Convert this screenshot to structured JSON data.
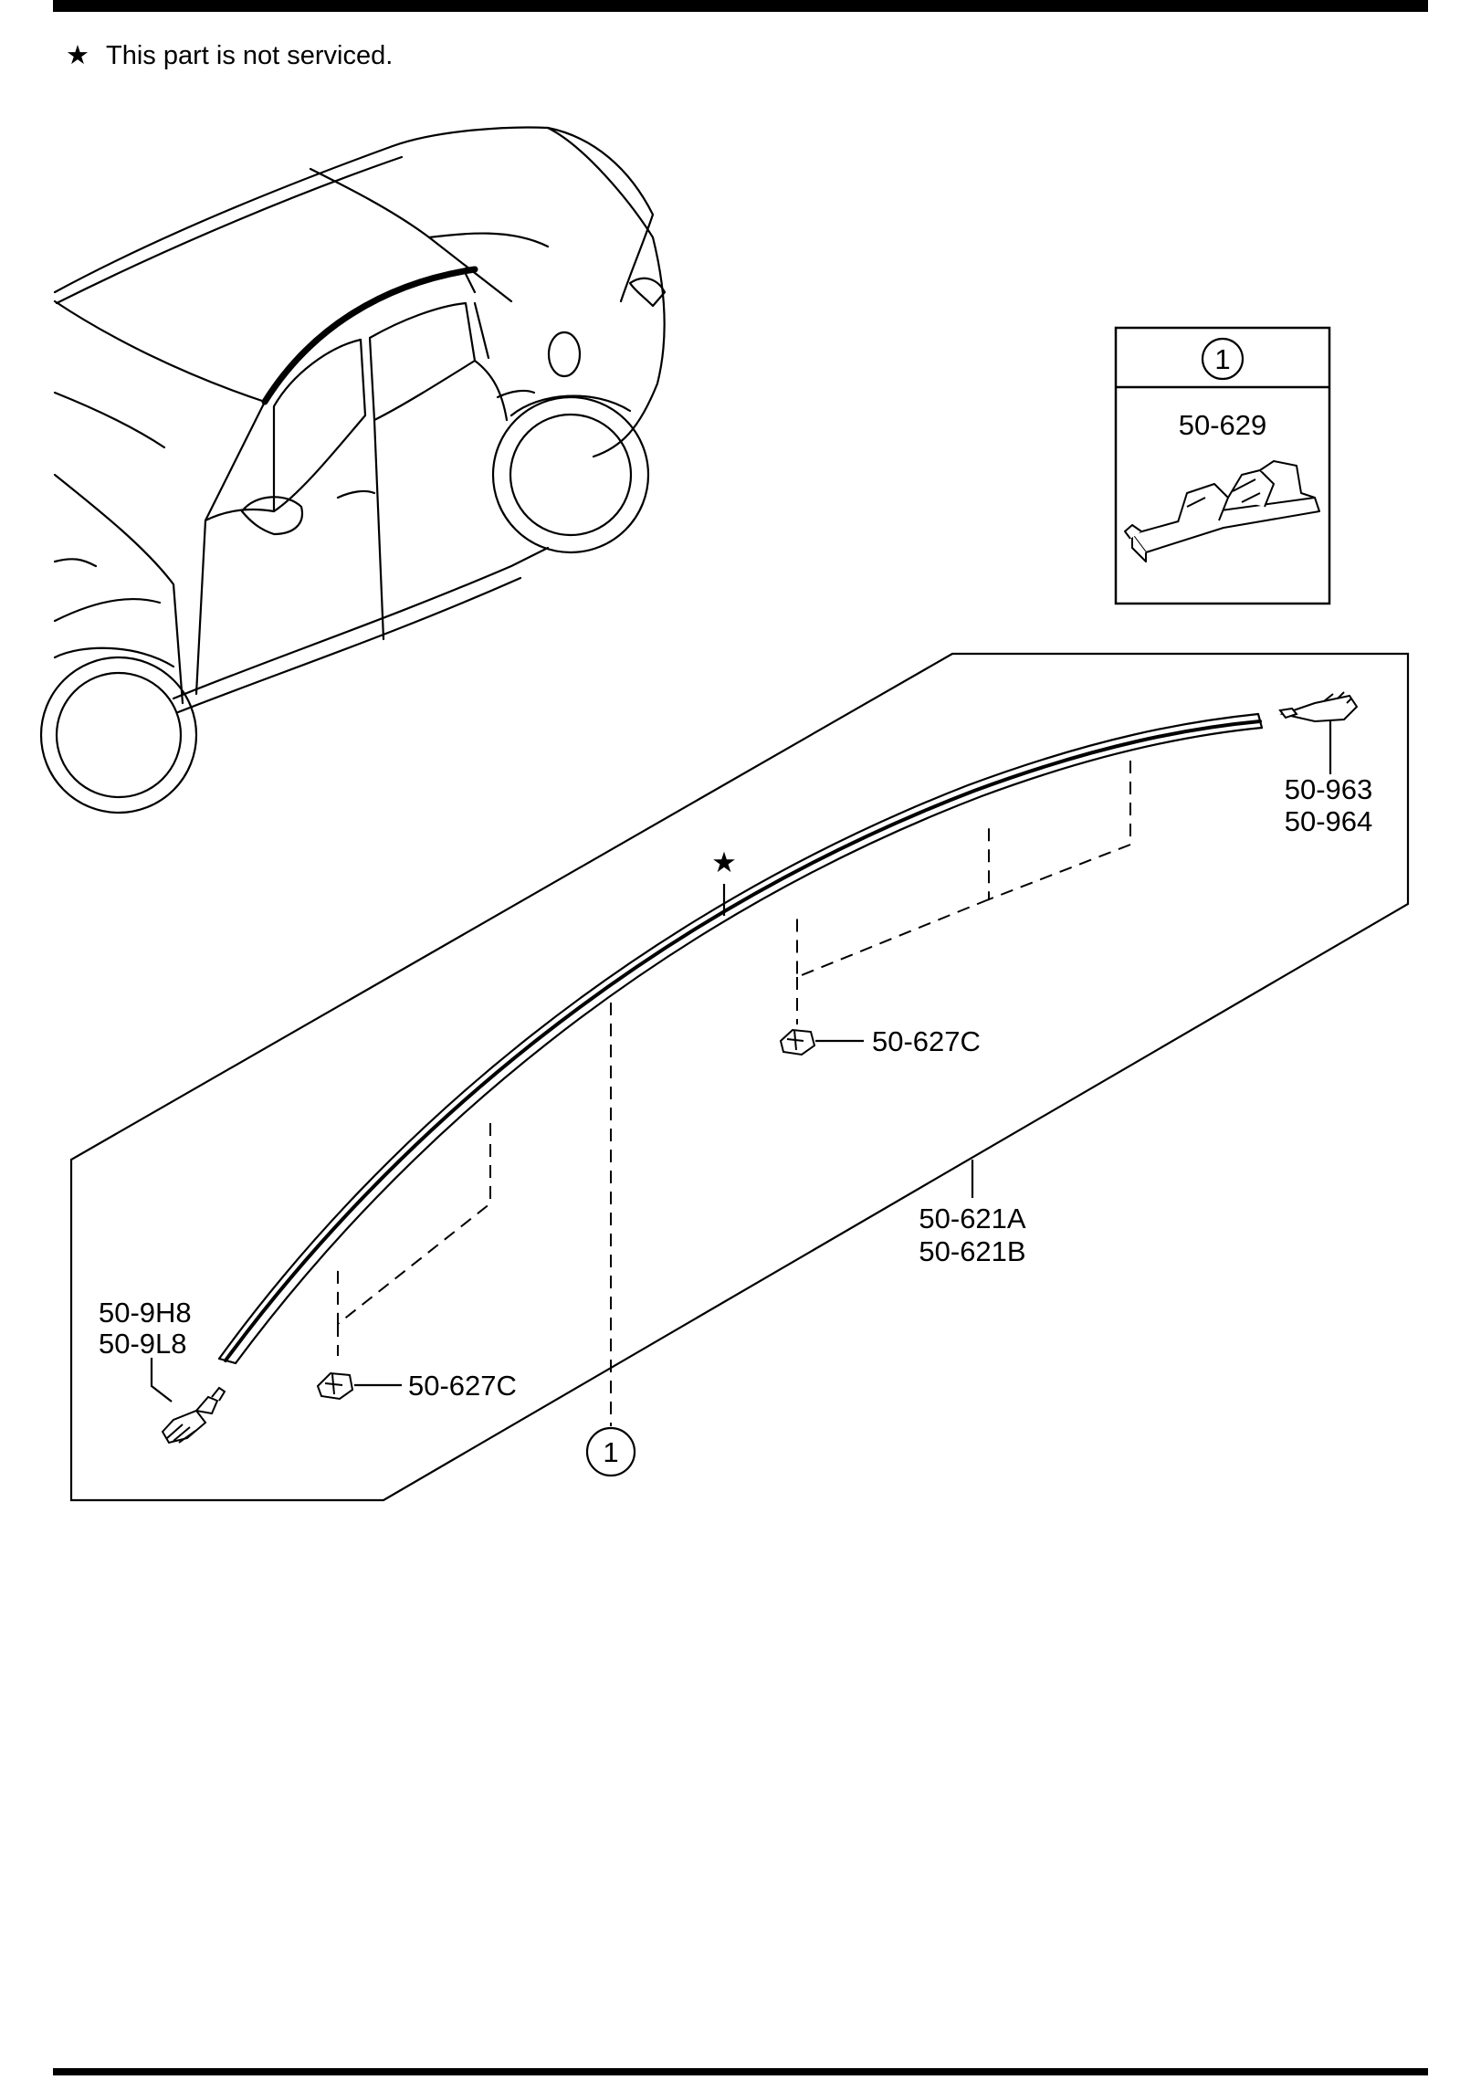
{
  "note": {
    "star": "★",
    "text": "This part is not serviced."
  },
  "star_marker": "★",
  "inset": {
    "callout": "1",
    "part": "50-629"
  },
  "callout_bottom": "1",
  "parts": {
    "p50_963": "50-963",
    "p50_964": "50-964",
    "p50_627c_upper": "50-627C",
    "p50_627c_lower": "50-627C",
    "p50_621a": "50-621A",
    "p50_621b": "50-621B",
    "p50_9h8": "50-9H8",
    "p50_9l8": "50-9L8"
  }
}
